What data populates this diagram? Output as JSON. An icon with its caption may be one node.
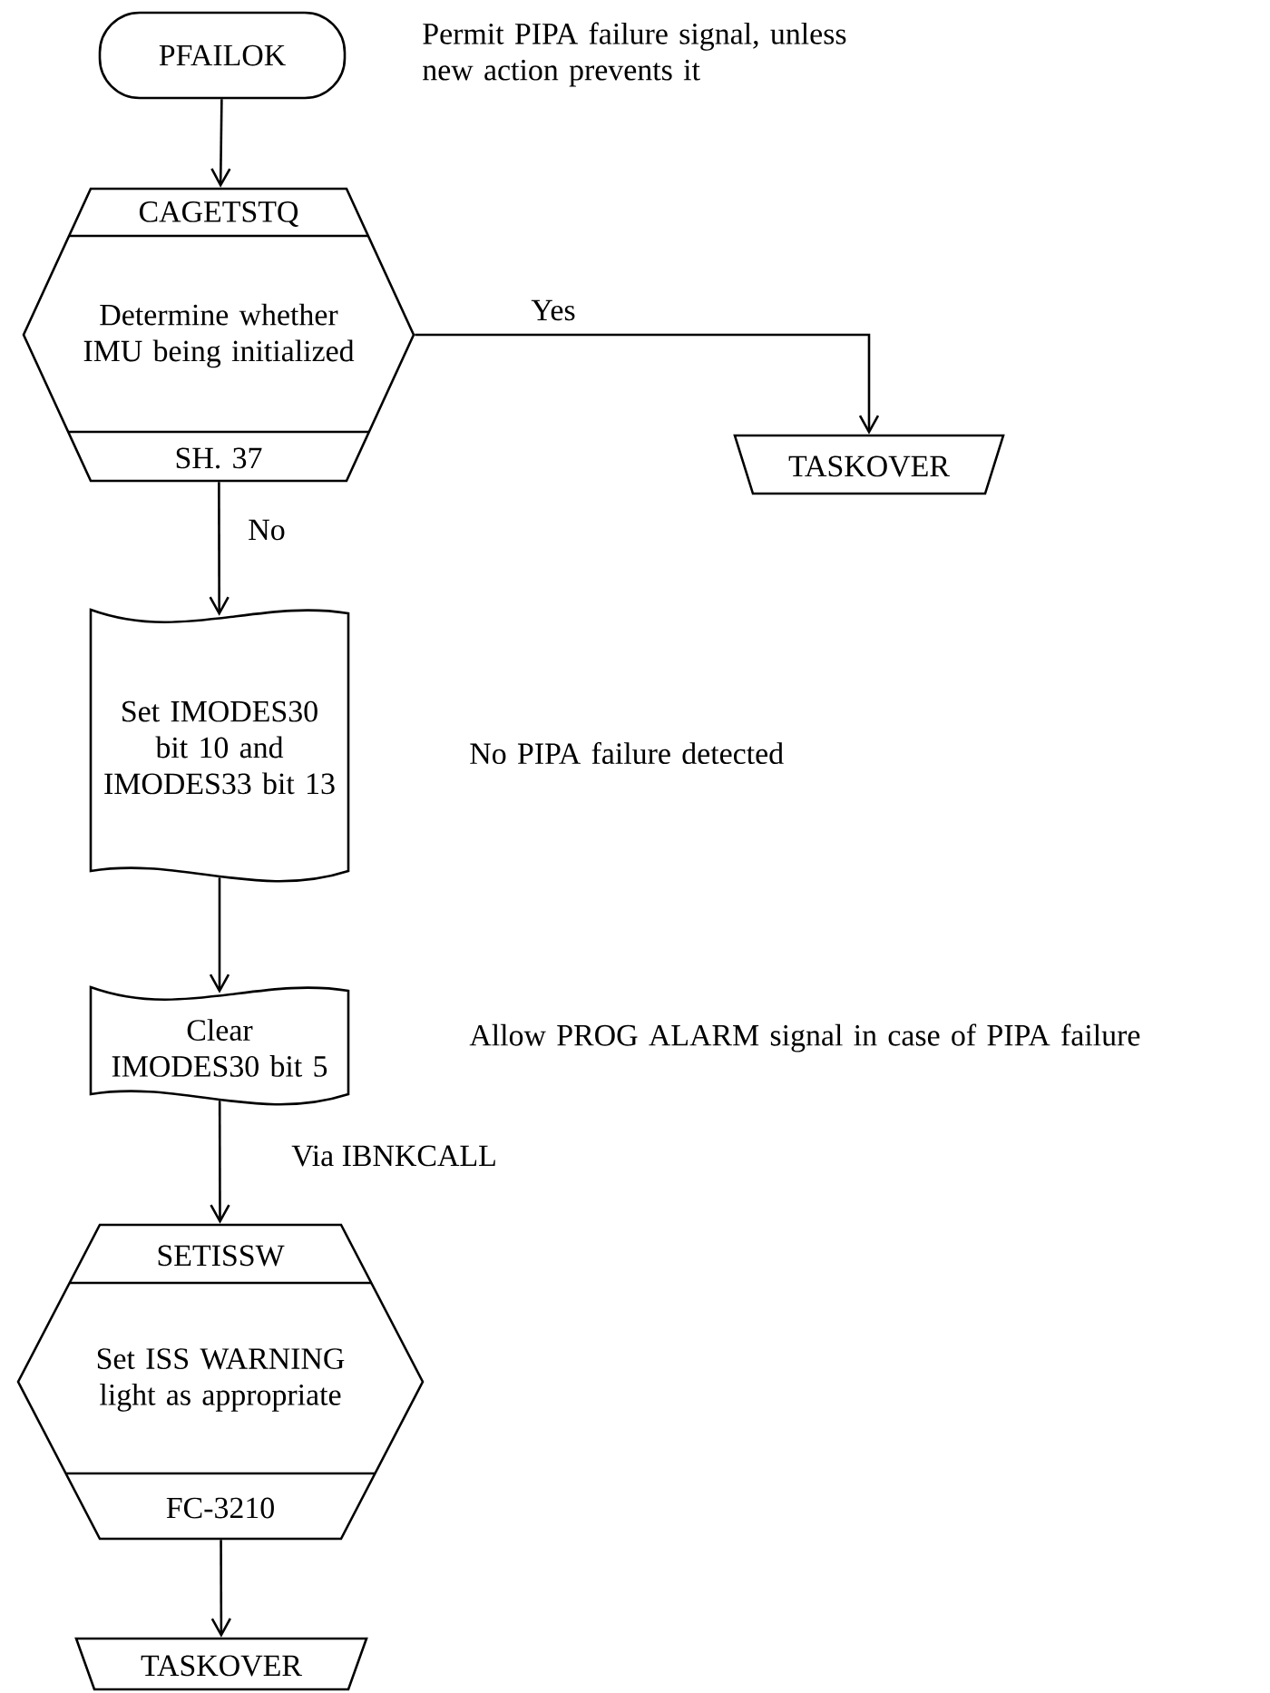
{
  "diagram": {
    "nodes": [
      {
        "text": [
          "PFAILOK"
        ],
        "beside": [
          "Permit PIPA failure signal, unless new action prevents it"
        ]
      },
      {
        "text": [
          "CAGETSTQ",
          "Determine whether IMU being initialized",
          "SH. 37"
        ]
      },
      {
        "text": [
          "TASKOVER"
        ]
      },
      {
        "text": [
          "Set IMODES30 bit 10 and IMODES33 bit 13"
        ],
        "beside": [
          "No PIPA failure detected"
        ]
      },
      {
        "text": [
          "Clear IMODES30 bit 5"
        ],
        "beside": [
          "Allow PROG ALARM signal in case of PIPA failure"
        ]
      },
      {
        "text": [
          "SETISSW",
          "Set ISS WARNING light as appropriate",
          "FC-3210"
        ]
      },
      {
        "text": [
          "TASKOVER"
        ]
      }
    ],
    "edges": [
      {
        "from": 0,
        "to": 1,
        "arrow": "to"
      },
      {
        "from": 1,
        "to": 2,
        "arrow": "to",
        "label": "Yes"
      },
      {
        "from": 1,
        "to": 3,
        "arrow": "to",
        "label": "No"
      },
      {
        "from": 3,
        "to": 4,
        "arrow": "to"
      },
      {
        "from": 4,
        "to": 5,
        "arrow": "to",
        "label": "Via IBNKCALL"
      },
      {
        "from": 5,
        "to": 6,
        "arrow": "to"
      }
    ]
  }
}
